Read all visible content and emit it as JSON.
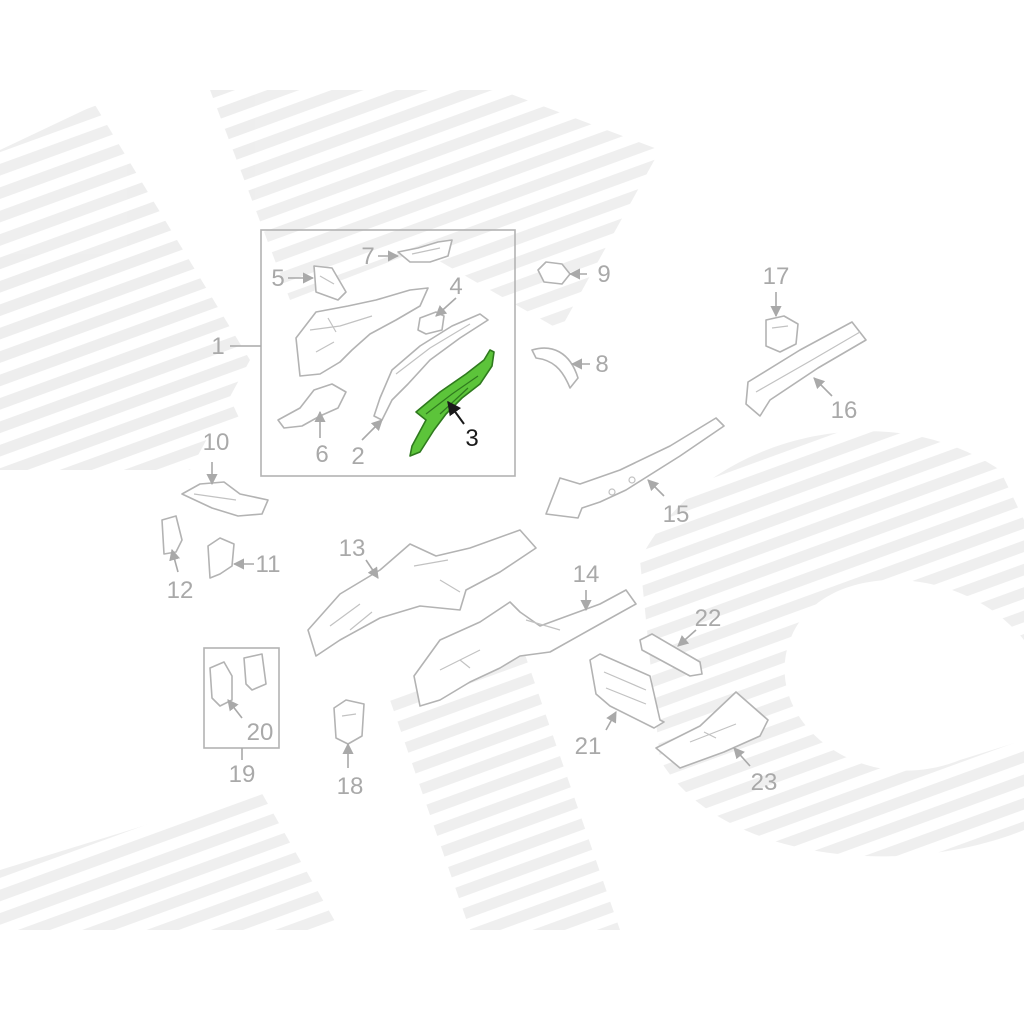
{
  "diagram": {
    "highlight_color": "#5cc43a",
    "highlighted_part": "3",
    "callouts": [
      "1",
      "2",
      "3",
      "4",
      "5",
      "6",
      "7",
      "8",
      "9",
      "10",
      "11",
      "12",
      "13",
      "14",
      "15",
      "16",
      "17",
      "18",
      "19",
      "20",
      "21",
      "22",
      "23"
    ]
  }
}
